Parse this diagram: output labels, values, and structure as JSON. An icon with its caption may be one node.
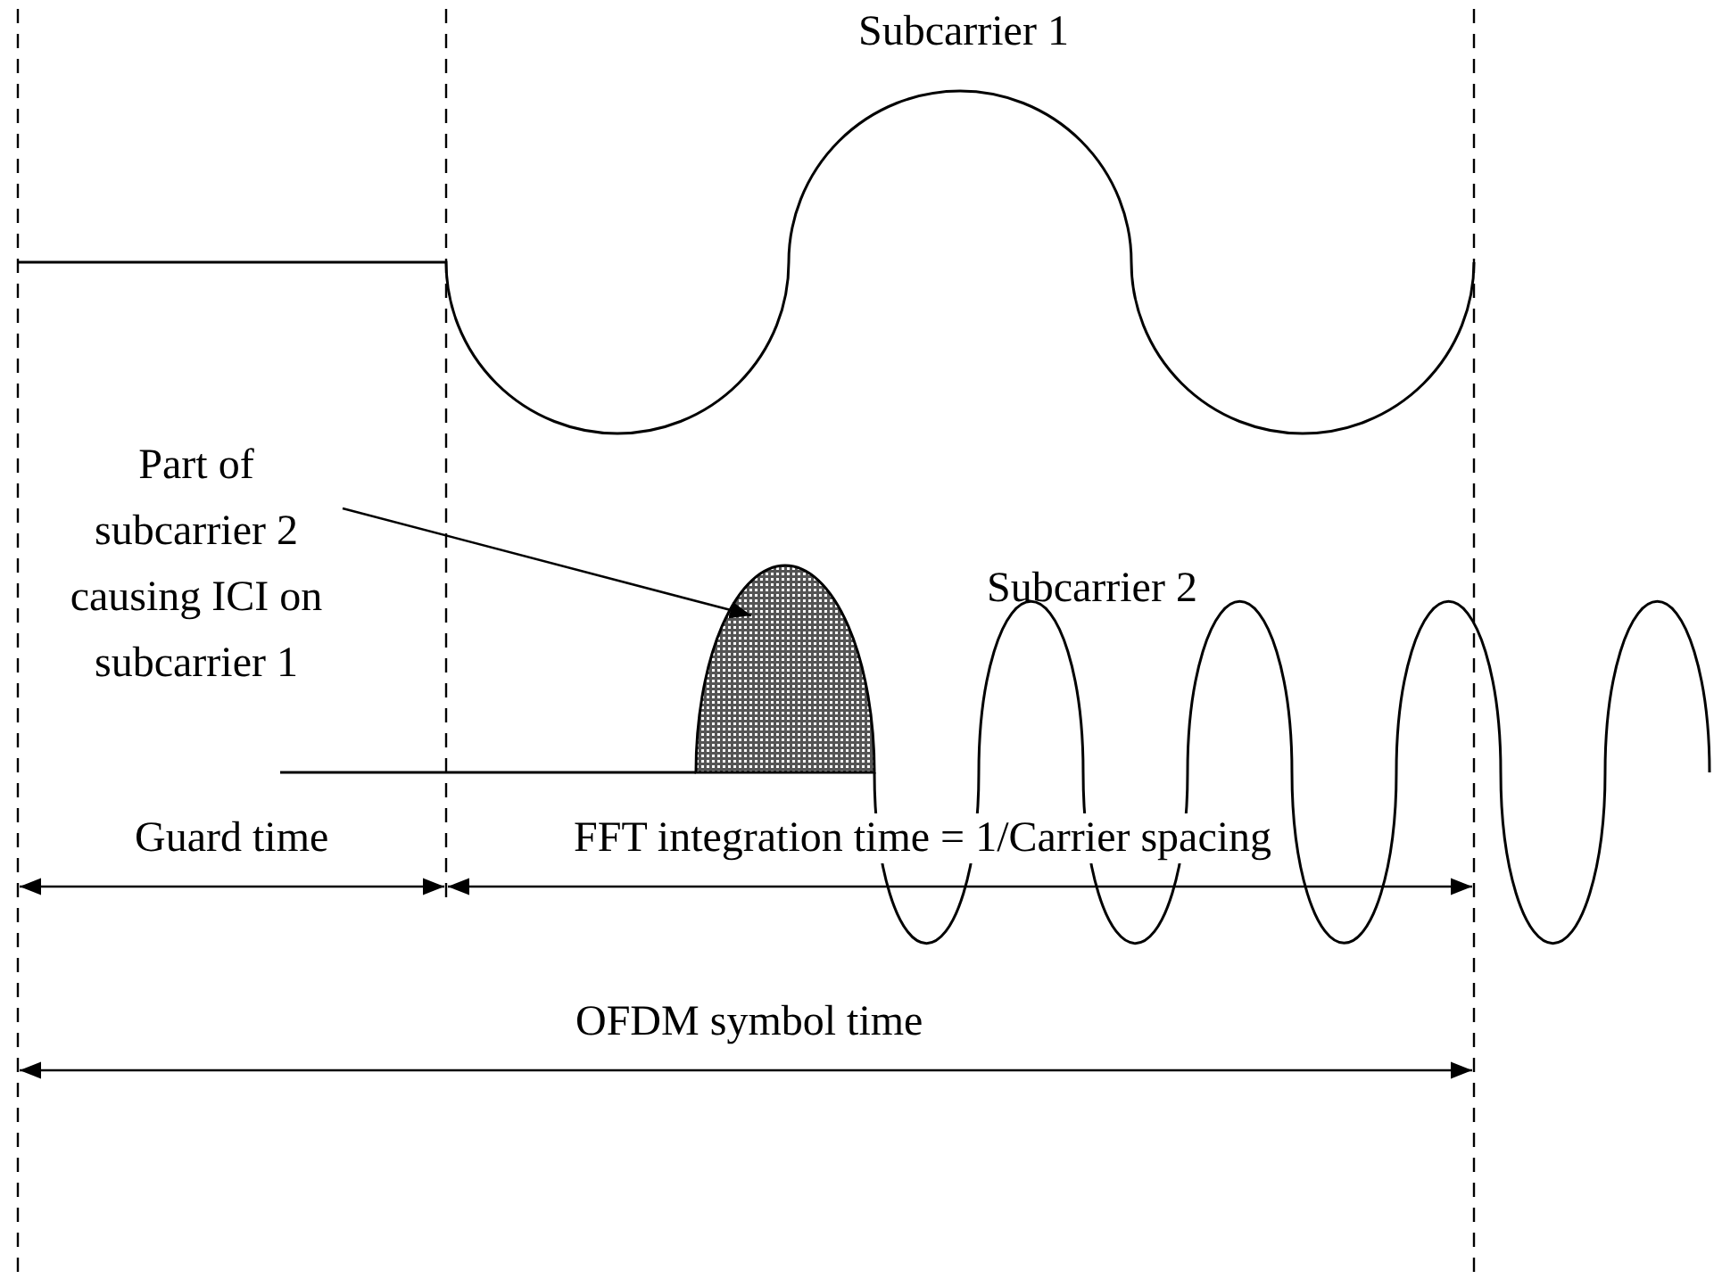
{
  "diagram": {
    "nodes": [
      {
        "text": [
          "Part of subcarrier 2 causing ICI on subcarrier 1"
        ]
      },
      {
        "text": [],
        "shape": "hump"
      }
    ],
    "edges": [
      {
        "from": 0,
        "to": 1,
        "arrow": "to"
      }
    ],
    "labels": [
      "Subcarrier 1",
      "Subcarrier 2",
      "Guard time",
      "FFT integration time = 1/Carrier spacing",
      "OFDM symbol time"
    ]
  }
}
